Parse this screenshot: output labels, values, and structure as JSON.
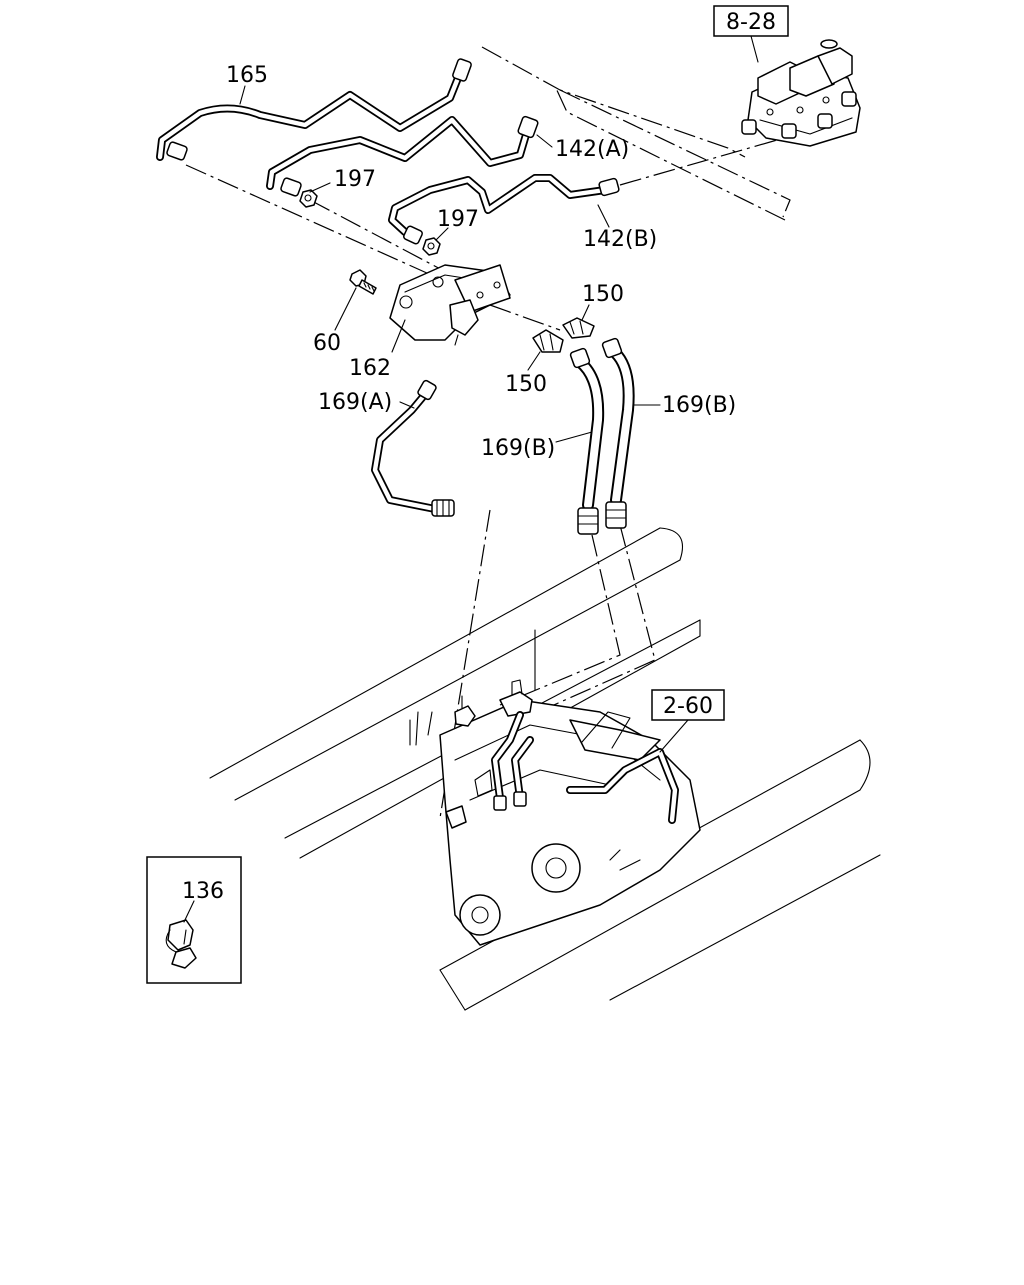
{
  "callouts": {
    "ref_8_28": "8-28",
    "ref_2_60": "2-60",
    "p165": "165",
    "p142a": "142(A)",
    "p142b": "142(B)",
    "p197a": "197",
    "p197b": "197",
    "p60": "60",
    "p162": "162",
    "p150a": "150",
    "p150b": "150",
    "p169a": "169(A)",
    "p169b_left": "169(B)",
    "p169b_right": "169(B)",
    "p136": "136"
  }
}
